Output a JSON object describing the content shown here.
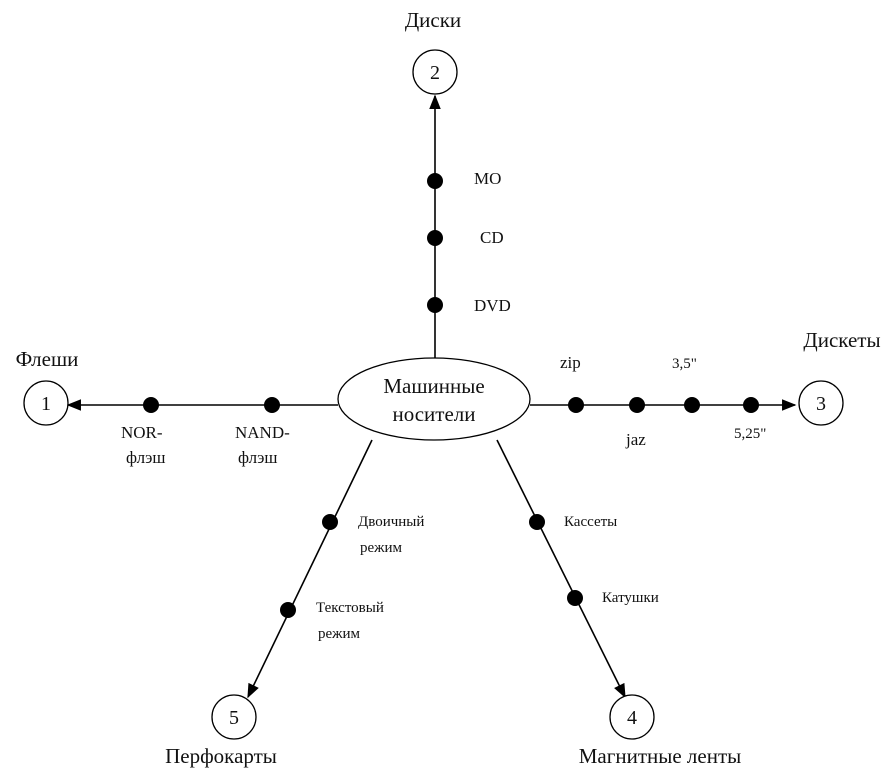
{
  "center": {
    "line1": "Машинные",
    "line2": "носители"
  },
  "branches": {
    "disks": {
      "title": "Диски",
      "number": "2",
      "items": [
        "MO",
        "CD",
        "DVD"
      ]
    },
    "flash": {
      "title": "Флеши",
      "number": "1",
      "items": [
        {
          "line1": "NOR-",
          "line2": "флэш"
        },
        {
          "line1": "NAND-",
          "line2": "флэш"
        }
      ]
    },
    "floppies": {
      "title": "Дискеты",
      "number": "3",
      "items": [
        "zip",
        "jaz",
        "3,5\"",
        "5,25\""
      ]
    },
    "punchcards": {
      "title": "Перфокарты",
      "number": "5",
      "items": [
        {
          "line1": "Двоичный",
          "line2": "режим"
        },
        {
          "line1": "Текстовый",
          "line2": "режим"
        }
      ]
    },
    "tapes": {
      "title": "Магнитные ленты",
      "number": "4",
      "items": [
        "Кассеты",
        "Катушки"
      ]
    }
  }
}
